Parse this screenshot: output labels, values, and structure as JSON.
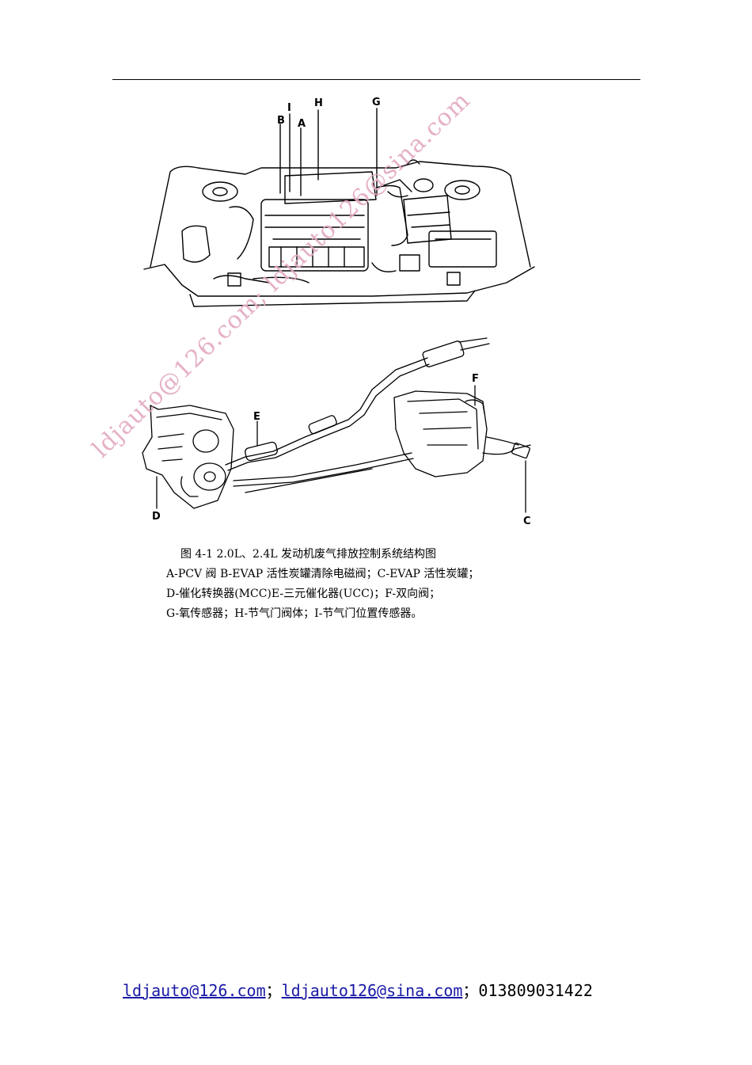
{
  "figure": {
    "callouts": {
      "A": "A",
      "B": "B",
      "C": "C",
      "D": "D",
      "E": "E",
      "F": "F",
      "G": "G",
      "H": "H",
      "I": "I"
    }
  },
  "caption": {
    "lines": [
      "图 4-1 2.0L、2.4L 发动机废气排放控制系统结构图",
      "A-PCV 阀 B-EVAP 活性炭罐清除电磁阀；C-EVAP 活性炭罐；",
      "D-催化转换器(MCC)E-三元催化器(UCC)；F-双向阀；",
      "G-氧传感器；H-节气门阀体；I-节气门位置传感器。"
    ]
  },
  "watermark": {
    "text": "ldjauto@126.com; ldjauto126@sina.com"
  },
  "footer": {
    "email1": "ldjauto@126.com",
    "sep1": "；",
    "email2": "ldjauto126@sina.com",
    "sep2": "；",
    "phone": "013809031422"
  }
}
